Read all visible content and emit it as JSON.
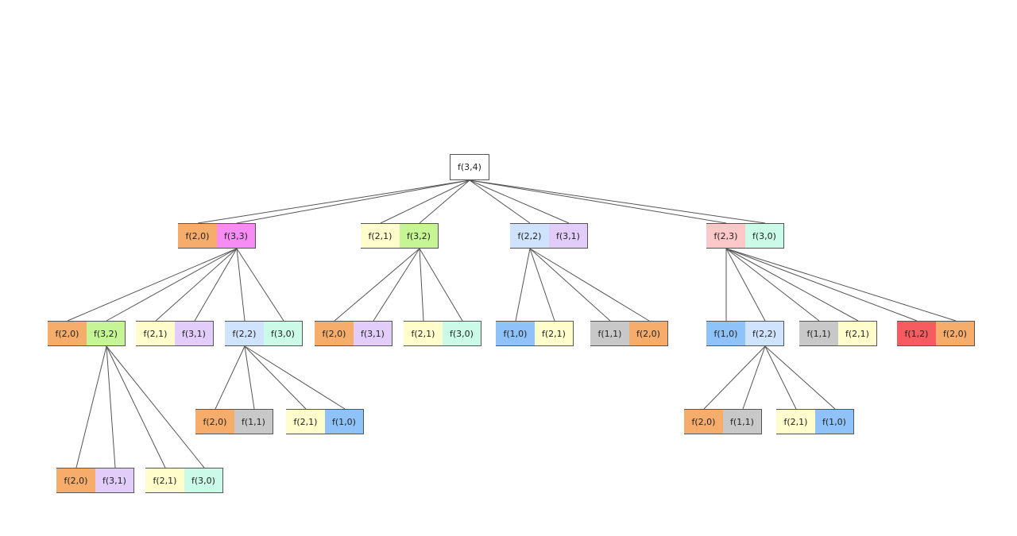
{
  "colors": {
    "orange": "#f6ad6b",
    "magenta": "#f88cf5",
    "lightyellow": "#fffdcc",
    "lime": "#c5f594",
    "lightblue": "#cfe3fc",
    "lavender": "#e2ccfa",
    "pink": "#fcc8c8",
    "mint": "#c9fbe8",
    "blue": "#8ec2f8",
    "gray": "#c8c8c8",
    "red": "#f65c5f",
    "white": "#ffffff"
  },
  "tree": {
    "label": "f(3,4)",
    "nodes": [
      {
        "label": "f(2,0)",
        "color": "orange"
      },
      {
        "label": "f(3,3)",
        "color": "magenta"
      },
      {
        "label": "f(2,1)",
        "color": "lightyellow"
      },
      {
        "label": "f(3,2)",
        "color": "lime"
      },
      {
        "label": "f(2,2)",
        "color": "lightblue"
      },
      {
        "label": "f(3,1)",
        "color": "lavender"
      },
      {
        "label": "f(2,3)",
        "color": "pink"
      },
      {
        "label": "f(3,0)",
        "color": "mint"
      },
      {
        "label": "f(2,0)",
        "color": "orange"
      },
      {
        "label": "f(3,2)",
        "color": "lime"
      },
      {
        "label": "f(2,1)",
        "color": "lightyellow"
      },
      {
        "label": "f(3,1)",
        "color": "lavender"
      },
      {
        "label": "f(2,2)",
        "color": "lightblue"
      },
      {
        "label": "f(3,0)",
        "color": "mint"
      },
      {
        "label": "f(2,0)",
        "color": "orange"
      },
      {
        "label": "f(3,1)",
        "color": "lavender"
      },
      {
        "label": "f(2,1)",
        "color": "lightyellow"
      },
      {
        "label": "f(3,0)",
        "color": "mint"
      },
      {
        "label": "f(1,0)",
        "color": "blue"
      },
      {
        "label": "f(2,1)",
        "color": "lightyellow"
      },
      {
        "label": "f(1,1)",
        "color": "gray"
      },
      {
        "label": "f(2,0)",
        "color": "orange"
      },
      {
        "label": "f(1,0)",
        "color": "blue"
      },
      {
        "label": "f(2,2)",
        "color": "lightblue"
      },
      {
        "label": "f(1,1)",
        "color": "gray"
      },
      {
        "label": "f(2,1)",
        "color": "lightyellow"
      },
      {
        "label": "f(1,2)",
        "color": "red"
      },
      {
        "label": "f(2,0)",
        "color": "orange"
      },
      {
        "label": "f(2,0)",
        "color": "orange"
      },
      {
        "label": "f(1,1)",
        "color": "gray"
      },
      {
        "label": "f(2,1)",
        "color": "lightyellow"
      },
      {
        "label": "f(1,0)",
        "color": "blue"
      },
      {
        "label": "f(2,0)",
        "color": "orange"
      },
      {
        "label": "f(1,1)",
        "color": "gray"
      },
      {
        "label": "f(2,1)",
        "color": "lightyellow"
      },
      {
        "label": "f(1,0)",
        "color": "blue"
      },
      {
        "label": "f(2,0)",
        "color": "orange"
      },
      {
        "label": "f(3,1)",
        "color": "lavender"
      },
      {
        "label": "f(2,1)",
        "color": "lightyellow"
      },
      {
        "label": "f(3,0)",
        "color": "mint"
      }
    ]
  }
}
